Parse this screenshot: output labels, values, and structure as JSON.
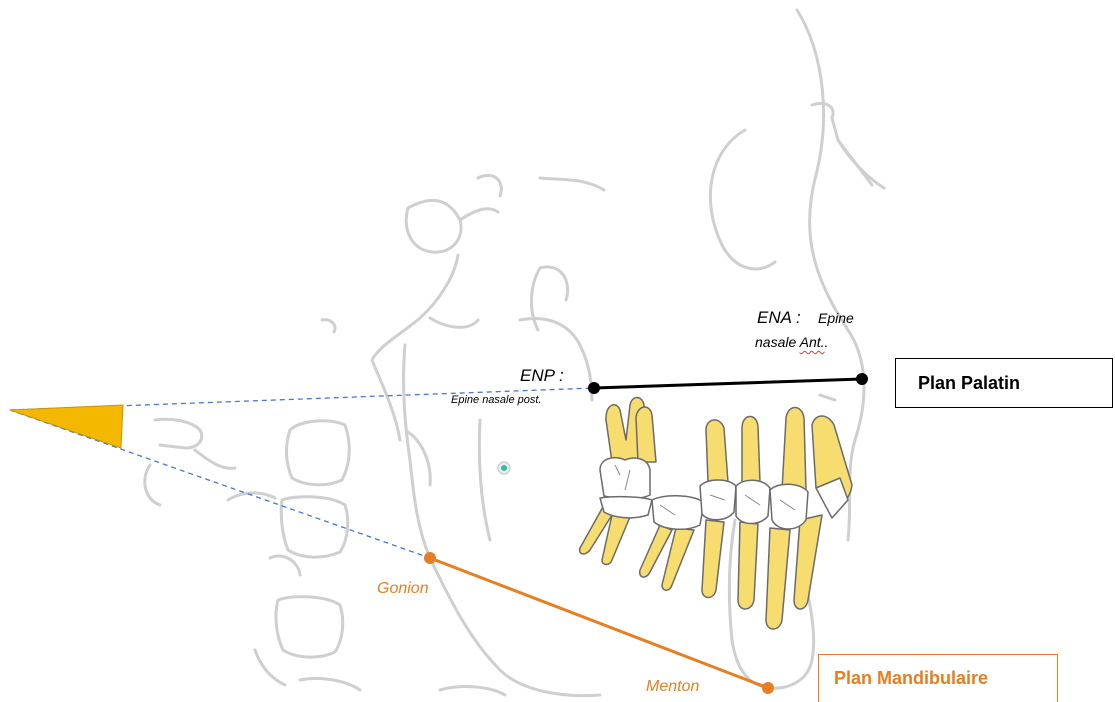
{
  "colors": {
    "bone": "#cfcfcf",
    "tooth_fill": "#f7dc6f",
    "tooth_stroke": "#6b6b6b",
    "palatal": "#000000",
    "mandibular": "#e67e22",
    "angle_fill": "#f5b800",
    "projection": "#4a77c9",
    "teal_dot": "#2cbfa0"
  },
  "labels": {
    "ena_title": "ENA :",
    "ena_desc_1": "Epine",
    "ena_desc_2a": "nasale",
    "ena_desc_2b": "Ant.",
    "ena_desc_2c": ".",
    "enp_title": "ENP :",
    "enp_desc": "Epine nasale post.",
    "gonion": "Gonion",
    "menton": "Menton"
  },
  "boxes": {
    "plan_palatin": "Plan Palatin",
    "plan_mandibulaire": "Plan Mandibulaire"
  }
}
